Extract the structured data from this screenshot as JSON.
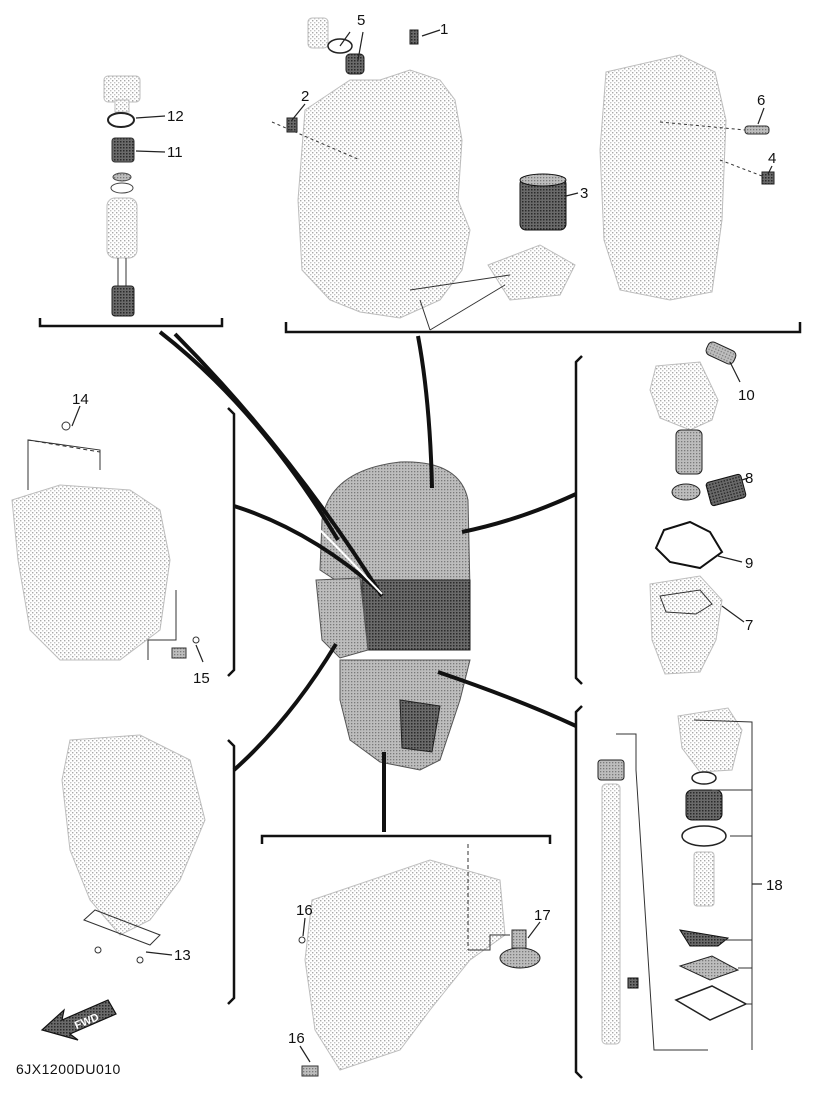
{
  "diagram_code": "6JX1200DU010",
  "forward_label": "FWD",
  "callouts": [
    "1",
    "2",
    "3",
    "4",
    "5",
    "6",
    "7",
    "8",
    "9",
    "10",
    "11",
    "12",
    "13",
    "14",
    "15",
    "16",
    "16",
    "17",
    "18"
  ],
  "colors": {
    "line": "#111111",
    "hatch": "#9a9a9a",
    "dark": "#3a3a3a"
  },
  "icons": [
    "forward-arrow-icon"
  ]
}
